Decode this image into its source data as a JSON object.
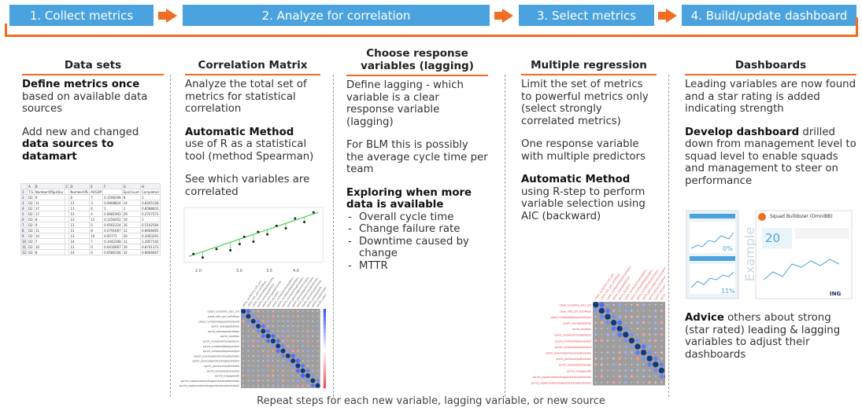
{
  "colors": {
    "step_blue": "#4aa3df",
    "arrow_orange": "#f26c21",
    "rule_orange": "#f26c21"
  },
  "steps": [
    "1. Collect metrics",
    "2. Analyze for correlation",
    "3. Select metrics",
    "4. Build/update dashboard"
  ],
  "columns": {
    "datasets": {
      "title": "Data sets",
      "p1_bold": "Define metrics once",
      "p1_rest": "based on available data sources",
      "p2_plain": "Add new and changed",
      "p2_bold": "data sources to datamart"
    },
    "correlation": {
      "title": "Correlation Matrix",
      "p1": "Analyze the total set of metrics for statistical correlation",
      "p2_bold": "Automatic Method",
      "p2_rest": "use of R as a statistical tool (method Spearman)",
      "p3": "See which variables are correlated"
    },
    "response": {
      "title": "Choose response variables (lagging)",
      "p1": "Define lagging - which variable is a clear response variable (lagging)",
      "p2": "For BLM this is possibly the average cycle time per team",
      "p3_bold": "Exploring when more data is available",
      "bullets": [
        "Overall cycle time",
        "Change failure rate",
        "Downtime caused by change",
        "MTTR"
      ]
    },
    "regression": {
      "title": "Multiple regression",
      "p1": "Limit the set of metrics to powerful metrics only (select strongly correlated metrics)",
      "p2": "One response variable with multiple predictors",
      "p3_bold": "Automatic Method",
      "p3_rest": "using R-step to perform variable selection using AIC (backward)"
    },
    "dashboards": {
      "title": "Dashboards",
      "p1": "Leading variables are now found and a star rating is added indicating strength",
      "p2_bold": "Develop dashboard",
      "p2_rest": "drilled down from management level to squad level to enable squads and management to steer on performance",
      "p3_bold": "Advice",
      "p3_rest": "others about strong (star rated) leading & lagging variables to adjust their dashboards",
      "thumb_title": "Squad Bulldozer (OmniBB)",
      "thumb_watermark": "Example",
      "thumb_big_num": "20",
      "thumb_pct1": "0%",
      "thumb_pct2": "11%",
      "thumb_brand": "ING"
    }
  },
  "footer": "Repeat steps for each new variable, lagging variable, or new source",
  "spreadsheet": {
    "headers": [
      "",
      "A",
      "B",
      "C",
      "D",
      "E",
      "F",
      "G",
      "H"
    ],
    "rows": [
      [
        "1",
        "T.S",
        "NumberOfSpriDur",
        "",
        "NumberOfL",
        "AVGDP",
        "",
        "EpicCount",
        "Completed"
      ],
      [
        "2",
        "D2",
        "9",
        "",
        "8",
        "7",
        "0.1596296",
        "8",
        "1"
      ],
      [
        "3",
        "D2",
        "11",
        "",
        "13",
        "3",
        "0.0808824",
        "14",
        "0.8205128"
      ],
      [
        "4",
        "D2",
        "17",
        "",
        "11",
        "6",
        "1",
        "1",
        "0.8588831"
      ],
      [
        "5",
        "D2",
        "17",
        "",
        "13",
        "4",
        "0.0681993",
        "29",
        "0.2727273"
      ],
      [
        "6",
        "D2",
        "8",
        "",
        "13",
        "11",
        "0.1256452",
        "10",
        "1"
      ],
      [
        "7",
        "D2",
        "9",
        "",
        "13",
        "0",
        "0.0561224",
        "16",
        "0.5102564"
      ],
      [
        "8",
        "D2",
        "11",
        "",
        "13",
        "8",
        "0.0791667",
        "12",
        "0.8666665"
      ],
      [
        "9",
        "D2",
        "14",
        "",
        "13",
        "10",
        "0.05771",
        "20",
        "0.3063291"
      ],
      [
        "10",
        "D2",
        "7",
        "",
        "14",
        "7",
        "0.1442308",
        "11",
        "1.2857143"
      ],
      [
        "11",
        "D2",
        "10",
        "",
        "13",
        "0",
        "0.0416667",
        "29",
        "0.8741373"
      ],
      [
        "12",
        "D2",
        "8",
        "",
        "14",
        "0",
        "0.0580106",
        "32",
        "0.8666667"
      ]
    ]
  },
  "scatter": {
    "ticks": [
      "2.0",
      "3.0",
      "3.5",
      "4.0"
    ],
    "points": [
      [
        2.0,
        1.2
      ],
      [
        2.2,
        0.9
      ],
      [
        2.5,
        1.6
      ],
      [
        2.8,
        1.5
      ],
      [
        3.0,
        2.0
      ],
      [
        3.1,
        2.6
      ],
      [
        3.3,
        2.2
      ],
      [
        3.4,
        3.0
      ],
      [
        3.6,
        2.8
      ],
      [
        3.8,
        3.5
      ],
      [
        4.0,
        3.3
      ],
      [
        4.2,
        4.1
      ],
      [
        4.4,
        3.8
      ],
      [
        4.6,
        4.6
      ]
    ]
  },
  "corr1": {
    "labels": [
      "cdeal_cycletime_tot1_pnt",
      "cdeal_mttr_pnt_tot5Mays",
      "cdeal_numberofdeploymentspnt",
      "sprint_averagedeltime",
      "sprint_averageopentasks",
      "sprint_duration",
      "sprint_numberofchangeitems",
      "sprint_numberofdeployedpnt",
      "sprint_numberofduplicatepnt",
      "sprint_plannedpointscompletedratio",
      "sprint_plannedpointscompletedratio2",
      "sprint_pointscompletedratio",
      "sprint_remainingtimeratio",
      "sprint_scopegrowth",
      "sprint_unplannedexistingpointscompletedratio",
      "sprint_unplannedexistingpointscompletedratio2"
    ]
  },
  "corr2": {
    "labels": [
      "cdeal_cycletime_tot1_pnt",
      "cdeal_mttr_pnt_tot5Mays",
      "cdeal_numberofdeploymentspnt",
      "sprint_averagedeltime",
      "sprint_duration",
      "sprint_numberofchangeitems",
      "sprint_numberofdeployedpnt",
      "sprint_numberofduplicatepnt",
      "sprint_plannedpointscompletedratio",
      "sprint_pointscompletedratio",
      "sprint_remainingtimeratio",
      "sprint_scopegrowth",
      "sprint_unplannedexistingpointscompletedratio",
      "sprint_unplannedexistingpointscompletedratio2"
    ]
  }
}
